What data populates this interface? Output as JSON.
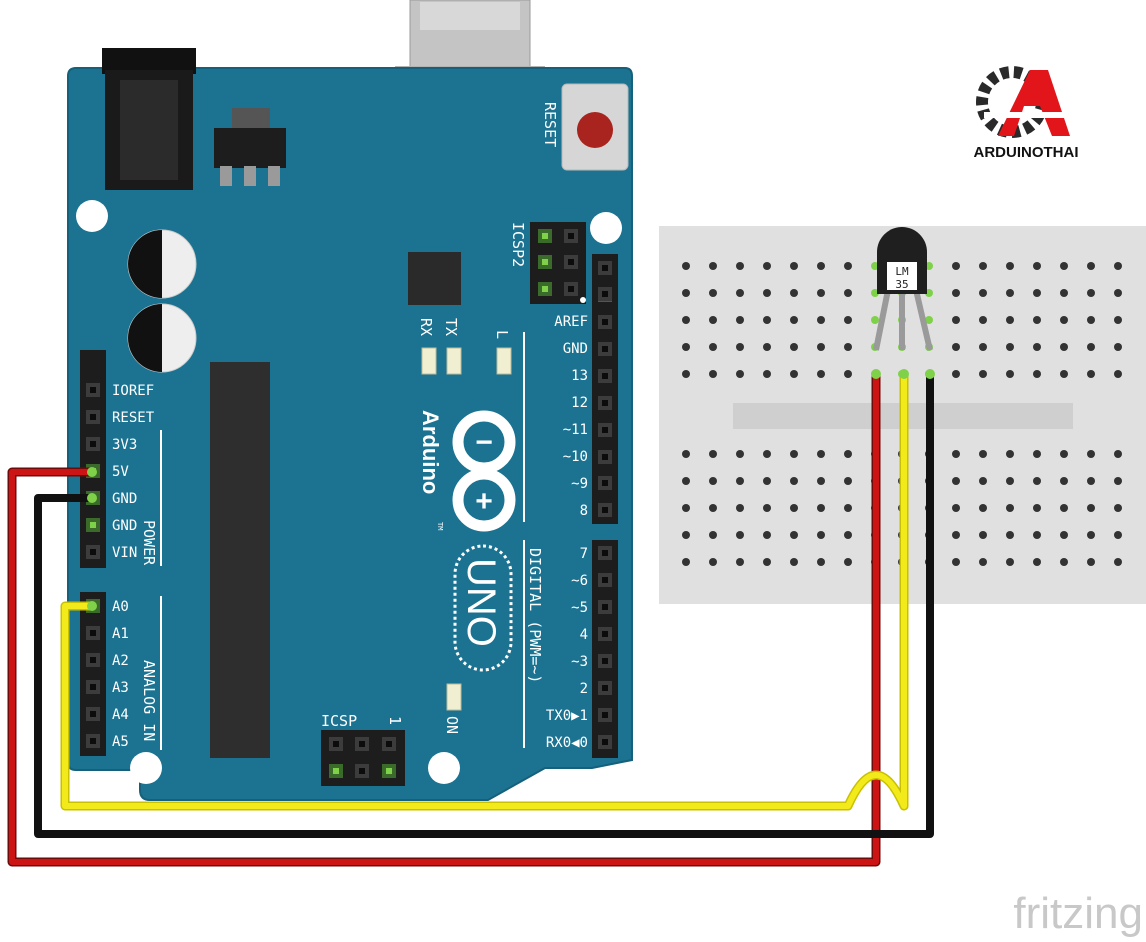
{
  "board": {
    "name": "UNO",
    "brand": "Arduino",
    "trademark": "TM",
    "reset_label": "RESET",
    "icsp2_label": "ICSP2",
    "icsp_label": "ICSP",
    "icsp_pin1": "1",
    "led_rx": "RX",
    "led_tx": "TX",
    "led_l": "L",
    "led_on": "ON",
    "power_header": "POWER",
    "analog_header": "ANALOG IN",
    "digital_header": "DIGITAL (PWM=~)",
    "power_pins": [
      "IOREF",
      "RESET",
      "3V3",
      "5V",
      "GND",
      "GND",
      "VIN"
    ],
    "analog_pins": [
      "A0",
      "A1",
      "A2",
      "A3",
      "A4",
      "A5"
    ],
    "digital_top_pins": [
      "AREF",
      "GND",
      "13",
      "12",
      "~11",
      "~10",
      "~9",
      "8"
    ],
    "digital_bottom_pins": [
      "7",
      "~6",
      "~5",
      "4",
      "~3",
      "2",
      "TX0▶1",
      "RX0◀0"
    ]
  },
  "sensor": {
    "line1": "LM",
    "line2": "35"
  },
  "logo": {
    "name": "ARDUINOTHAI",
    "letter": "A"
  },
  "footer": {
    "tool": "fritzing"
  },
  "wires": [
    {
      "color": "#cc1414",
      "from": "5V",
      "to": "LM35 +Vs"
    },
    {
      "color": "#111111",
      "from": "GND",
      "to": "LM35 GND"
    },
    {
      "color": "#f2ea1a",
      "from": "A0",
      "to": "LM35 Vout"
    }
  ],
  "colors": {
    "board": "#1b7391",
    "red": "#cc1414",
    "black": "#111111",
    "yellow": "#f2ea1a",
    "breadboard": "#e0e0e0"
  }
}
